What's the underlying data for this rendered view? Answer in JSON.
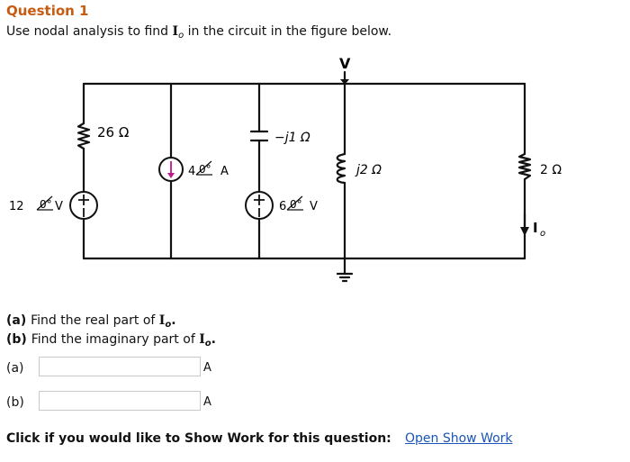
{
  "question": {
    "title": "Question 1",
    "prompt_pre": "Use nodal analysis to find ",
    "prompt_symbol": "I",
    "prompt_sub": "o",
    "prompt_post": " in the circuit in the figure below."
  },
  "circuit": {
    "node_label": "V",
    "r_source": "26 Ω",
    "vs1": "12",
    "vs1_angle": "0°",
    "vs1_unit": "V",
    "is1": "4",
    "is1_angle": "0°",
    "is1_unit": "A",
    "capacitor": "−j1 Ω",
    "vs2": "6",
    "vs2_angle": "0°",
    "vs2_unit": "V",
    "inductor": "j2 Ω",
    "r_out": "2 Ω",
    "current_symbol": "I",
    "current_sub": "o"
  },
  "parts": {
    "a_label": "(a)",
    "a_text": "Find the real part of ",
    "b_label": "(b)",
    "b_text": "Find the imaginary part of ",
    "symbol": "I",
    "sub": "o",
    "period": "."
  },
  "answers": [
    {
      "tag": "(a)",
      "value": "",
      "unit": "A"
    },
    {
      "tag": "(b)",
      "value": "",
      "unit": "A"
    }
  ],
  "footer": {
    "text": "Click if you would like to Show Work for this question:",
    "link": "Open Show Work"
  }
}
